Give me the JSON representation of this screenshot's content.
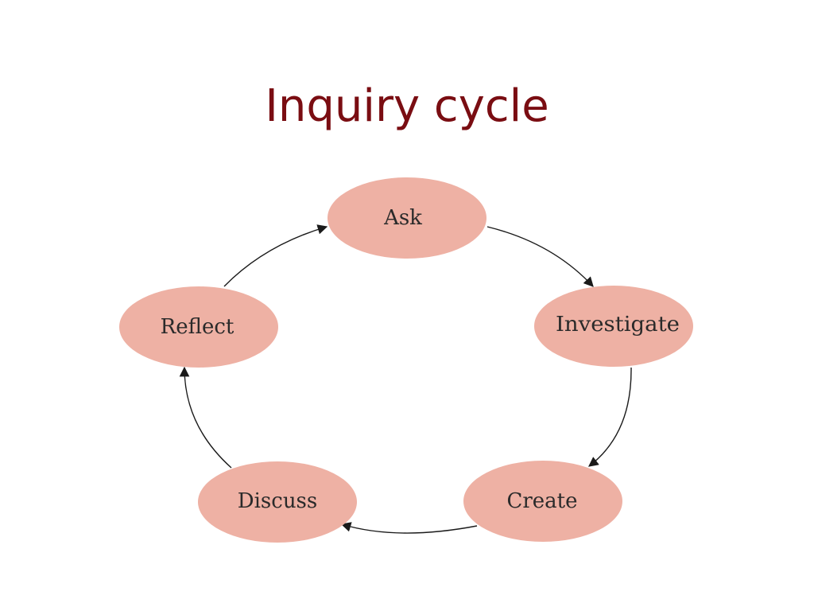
{
  "title": "Inquiry cycle",
  "colors": {
    "title": "#7a0d12",
    "node_fill": "#eeb1a4",
    "edge": "#1a1a1a"
  },
  "diagram": {
    "type": "cycle",
    "nodes": [
      {
        "id": "ask",
        "label": "Ask"
      },
      {
        "id": "investigate",
        "label": "Investigate"
      },
      {
        "id": "create",
        "label": "Create"
      },
      {
        "id": "discuss",
        "label": "Discuss"
      },
      {
        "id": "reflect",
        "label": "Reflect"
      }
    ],
    "edges": [
      {
        "from": "ask",
        "to": "investigate"
      },
      {
        "from": "investigate",
        "to": "create"
      },
      {
        "from": "create",
        "to": "discuss"
      },
      {
        "from": "discuss",
        "to": "reflect"
      },
      {
        "from": "reflect",
        "to": "ask"
      }
    ]
  }
}
